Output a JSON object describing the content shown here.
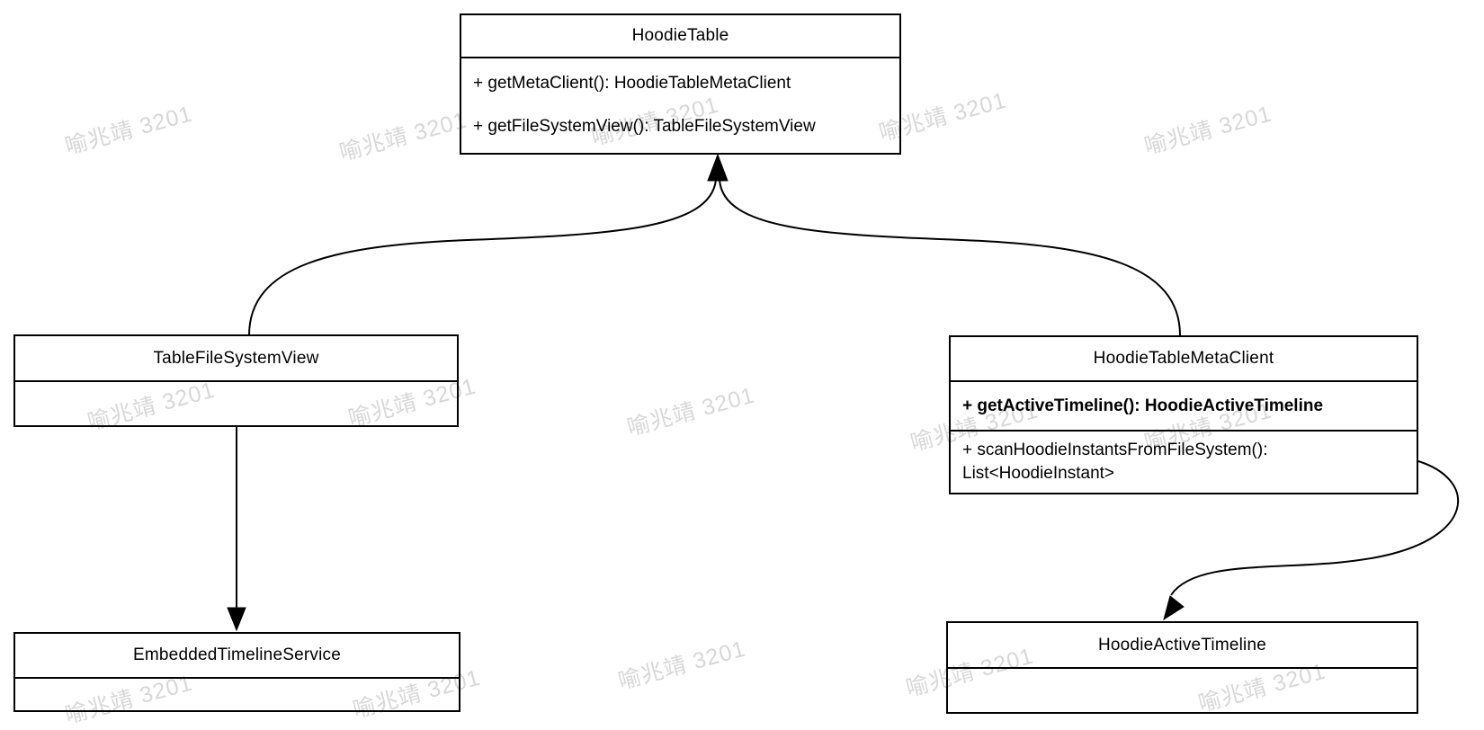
{
  "page": {
    "background": "#ffffff"
  },
  "watermark": {
    "text": "喻兆靖 3201",
    "color": "#d7d7d7"
  },
  "diagram": {
    "type": "uml-class-diagram",
    "classes": [
      {
        "name": "HoodieTable",
        "methods": [
          "+ getMetaClient(): HoodieTableMetaClient",
          "+ getFileSystemView(): TableFileSystemView"
        ]
      },
      {
        "name": "TableFileSystemView",
        "methods": []
      },
      {
        "name": "HoodieTableMetaClient",
        "methods": [
          "+ getActiveTimeline(): HoodieActiveTimeline",
          "+ scanHoodieInstantsFromFileSystem(): List<HoodieInstant>"
        ]
      },
      {
        "name": "EmbeddedTimelineService",
        "methods": []
      },
      {
        "name": "HoodieActiveTimeline",
        "methods": []
      }
    ],
    "relations": [
      {
        "from": "TableFileSystemView",
        "to": "HoodieTable",
        "style": "curved-arrow"
      },
      {
        "from": "HoodieTableMetaClient",
        "to": "HoodieTable",
        "style": "curved-arrow"
      },
      {
        "from": "TableFileSystemView",
        "to": "EmbeddedTimelineService",
        "style": "straight-arrow"
      },
      {
        "from": "HoodieTableMetaClient",
        "to": "HoodieActiveTimeline",
        "style": "s-curved-arrow"
      }
    ],
    "colors": {
      "line": "#000000",
      "box_fill": "#ffffff",
      "text": "#000000"
    }
  }
}
